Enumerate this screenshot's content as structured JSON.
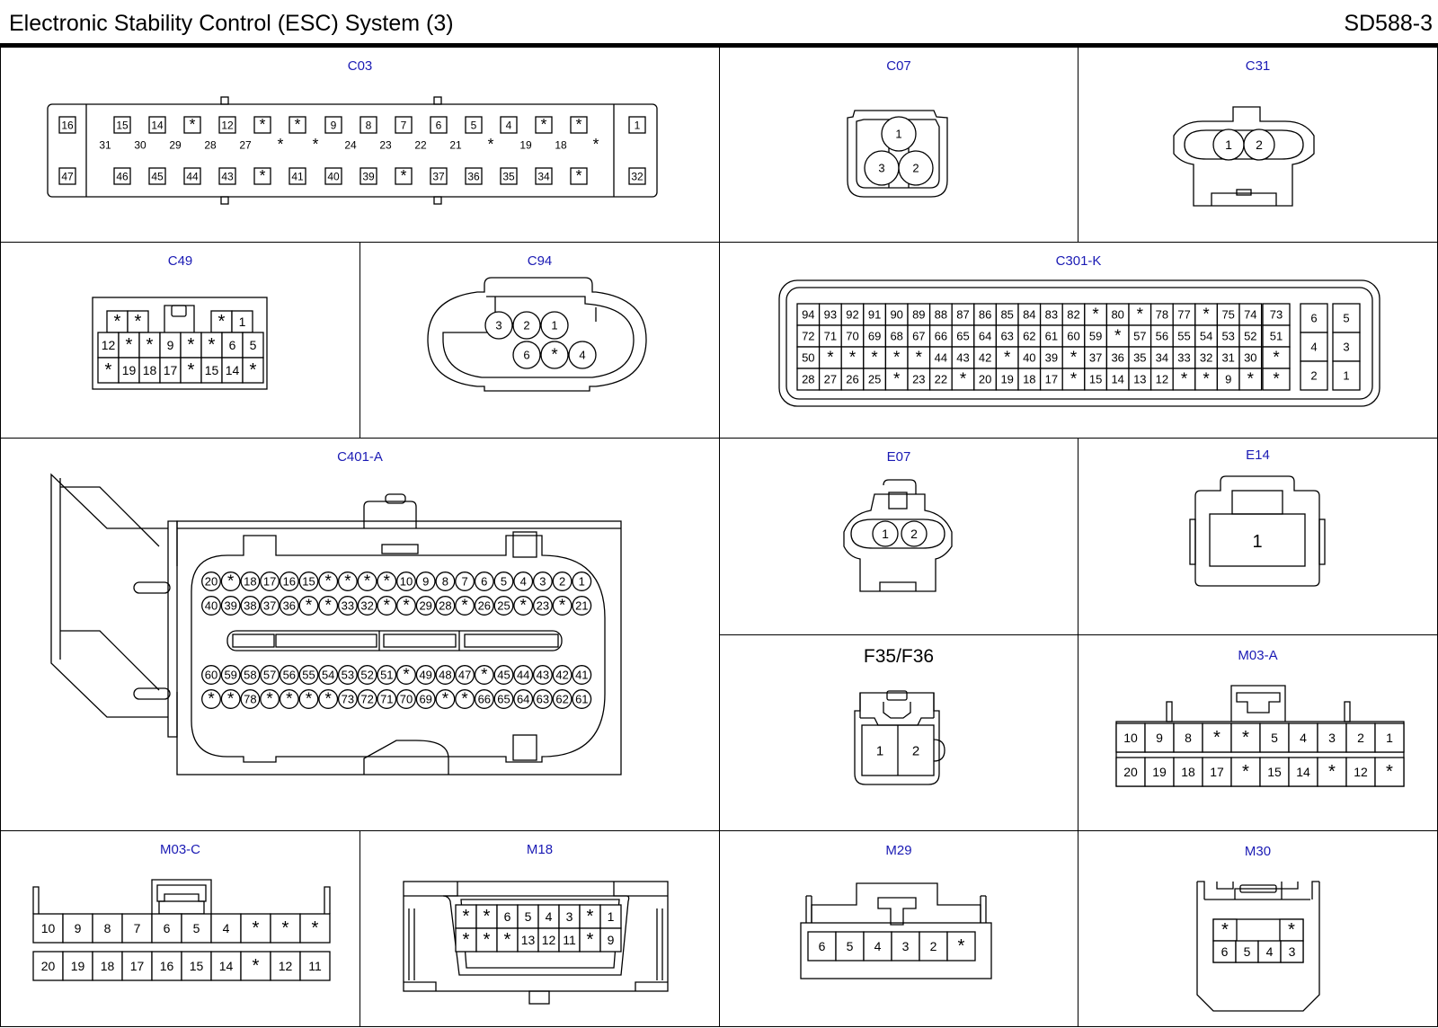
{
  "header": {
    "title": "Electronic Stability Control (ESC) System (3)",
    "code": "SD588-3"
  },
  "connectors": {
    "C03": {
      "label": "C03",
      "row1": [
        "16",
        "15",
        "14",
        "*",
        "12",
        "*",
        "*",
        "9",
        "8",
        "7",
        "6",
        "5",
        "4",
        "*",
        "*",
        "1"
      ],
      "row2": [
        "31",
        "30",
        "29",
        "28",
        "27",
        "*",
        "*",
        "24",
        "23",
        "22",
        "21",
        "*",
        "19",
        "18",
        "*"
      ],
      "row3": [
        "47",
        "46",
        "45",
        "44",
        "43",
        "*",
        "41",
        "40",
        "39",
        "*",
        "37",
        "36",
        "35",
        "34",
        "*",
        "32"
      ]
    },
    "C07": {
      "label": "C07",
      "pins": [
        "1",
        "3",
        "2"
      ]
    },
    "C31": {
      "label": "C31",
      "pins": [
        "1",
        "2"
      ]
    },
    "C49": {
      "label": "C49",
      "top": [
        "*",
        "*",
        "*",
        "1"
      ],
      "row1": [
        "12",
        "*",
        "*",
        "9",
        "*",
        "*",
        "6",
        "5"
      ],
      "row2": [
        "*",
        "19",
        "18",
        "17",
        "*",
        "15",
        "14",
        "*"
      ]
    },
    "C94": {
      "label": "C94",
      "top": [
        "3",
        "2",
        "1"
      ],
      "bottom": [
        "6",
        "*",
        "4"
      ]
    },
    "C301K": {
      "label": "C301-K",
      "r1": [
        "94",
        "93",
        "92",
        "91",
        "90",
        "89",
        "88",
        "87",
        "86",
        "85",
        "84",
        "83",
        "82",
        "*",
        "80",
        "*",
        "78",
        "77",
        "*",
        "75",
        "74"
      ],
      "r2": [
        "72",
        "71",
        "70",
        "69",
        "68",
        "67",
        "66",
        "65",
        "64",
        "63",
        "62",
        "61",
        "60",
        "59",
        "*",
        "57",
        "56",
        "55",
        "54",
        "53",
        "52"
      ],
      "r3": [
        "50",
        "*",
        "*",
        "*",
        "*",
        "*",
        "44",
        "43",
        "42",
        "*",
        "40",
        "39",
        "*",
        "37",
        "36",
        "35",
        "34",
        "33",
        "32",
        "31",
        "30"
      ],
      "r4": [
        "28",
        "27",
        "26",
        "25",
        "*",
        "23",
        "22",
        "*",
        "20",
        "19",
        "18",
        "17",
        "*",
        "15",
        "14",
        "13",
        "12",
        "*",
        "*",
        "9",
        "*"
      ],
      "mid": [
        "73",
        "51",
        "*",
        "*"
      ],
      "right": [
        [
          "6",
          "5"
        ],
        [
          "4",
          "3"
        ],
        [
          "2",
          "1"
        ]
      ]
    },
    "C401A": {
      "label": "C401-A",
      "r1": [
        "20",
        "*",
        "18",
        "17",
        "16",
        "15",
        "*",
        "*",
        "*",
        "*",
        "10",
        "9",
        "8",
        "7",
        "6",
        "5",
        "4",
        "3",
        "2",
        "1"
      ],
      "r2": [
        "40",
        "39",
        "38",
        "37",
        "36",
        "*",
        "*",
        "33",
        "32",
        "*",
        "*",
        "29",
        "28",
        "*",
        "26",
        "25",
        "*",
        "23",
        "*",
        "21"
      ],
      "r3": [
        "60",
        "59",
        "58",
        "57",
        "56",
        "55",
        "54",
        "53",
        "52",
        "51",
        "*",
        "49",
        "48",
        "47",
        "*",
        "45",
        "44",
        "43",
        "42",
        "41"
      ],
      "r4": [
        "*",
        "*",
        "78",
        "*",
        "*",
        "*",
        "*",
        "73",
        "72",
        "71",
        "70",
        "69",
        "*",
        "*",
        "66",
        "65",
        "64",
        "63",
        "62",
        "61"
      ]
    },
    "E07": {
      "label": "E07",
      "pins": [
        "1",
        "2"
      ]
    },
    "E14": {
      "label": "E14",
      "pin": "1"
    },
    "F35": {
      "label": "F35/F36",
      "pins": [
        "1",
        "2"
      ]
    },
    "M03A": {
      "label": "M03-A",
      "row1": [
        "10",
        "9",
        "8",
        "*",
        "*",
        "5",
        "4",
        "3",
        "2",
        "1"
      ],
      "row2": [
        "20",
        "19",
        "18",
        "17",
        "*",
        "15",
        "14",
        "*",
        "12",
        "*"
      ]
    },
    "M03C": {
      "label": "M03-C",
      "row1": [
        "10",
        "9",
        "8",
        "7",
        "6",
        "5",
        "4",
        "*",
        "*",
        "*"
      ],
      "row2": [
        "20",
        "19",
        "18",
        "17",
        "16",
        "15",
        "14",
        "*",
        "12",
        "11"
      ]
    },
    "M18": {
      "label": "M18",
      "row1": [
        "*",
        "*",
        "6",
        "5",
        "4",
        "3",
        "*",
        "1"
      ],
      "row2": [
        "*",
        "*",
        "*",
        "13",
        "12",
        "11",
        "*",
        "9"
      ]
    },
    "M29": {
      "label": "M29",
      "row": [
        "6",
        "5",
        "4",
        "3",
        "2",
        "*"
      ]
    },
    "M30": {
      "label": "M30",
      "top": [
        "*",
        "*"
      ],
      "row": [
        "6",
        "5",
        "4",
        "3"
      ]
    }
  }
}
